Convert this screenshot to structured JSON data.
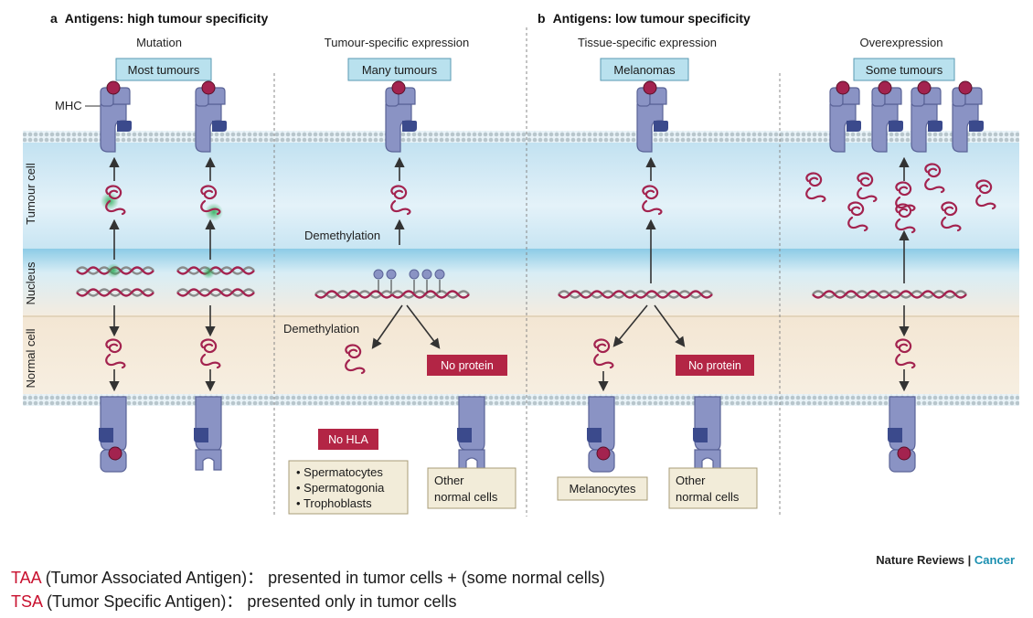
{
  "panels": {
    "a": {
      "letter": "a",
      "title": "Antigens: high tumour specificity"
    },
    "b": {
      "letter": "b",
      "title": "Antigens: low tumour specificity"
    }
  },
  "columns": [
    {
      "title": "Mutation",
      "label": "Most tumours"
    },
    {
      "title": "Tumour-specific expression",
      "label": "Many tumours"
    },
    {
      "title": "Tissue-specific expression",
      "label": "Melanomas"
    },
    {
      "title": "Overexpression",
      "label": "Some tumours"
    }
  ],
  "side_labels": {
    "mhc": "MHC",
    "tumour_cell": "Tumour cell",
    "nucleus": "Nucleus",
    "normal_cell": "Normal cell"
  },
  "annotations": {
    "demethylation_top": "Demethylation",
    "demethylation_bottom": "Demethylation",
    "no_protein_1": "No protein",
    "no_protein_2": "No protein",
    "no_hla": "No HLA"
  },
  "cell_boxes": {
    "germline": [
      "Spermatocytes",
      "Spermatogonia",
      "Trophoblasts"
    ],
    "other_normal_1": [
      "Other",
      "normal cells"
    ],
    "melanocytes": "Melanocytes",
    "other_normal_2": [
      "Other",
      "normal cells"
    ]
  },
  "footer": {
    "taa_acronym": "TAA",
    "taa_text": " (Tumor Associated Antigen)： presented in tumor cells + (some normal cells)",
    "tsa_acronym": "TSA",
    "tsa_text": " (Tumor Specific Antigen)： presented only in tumor cells"
  },
  "credit": {
    "journal": "Nature Reviews",
    "separator": " | ",
    "subject": "Cancer"
  },
  "colors": {
    "mhc_body": "#8a93c4",
    "mhc_dark": "#3b4a8c",
    "peptide": "#a3234f",
    "mutation_glow": "#2fae5a",
    "blue_box": "#b9e1ee",
    "red_box": "#b32545",
    "beige_box": "#f2ecd9",
    "tumour_band": "#d6ecf5",
    "normal_band": "#f4e9d9"
  }
}
